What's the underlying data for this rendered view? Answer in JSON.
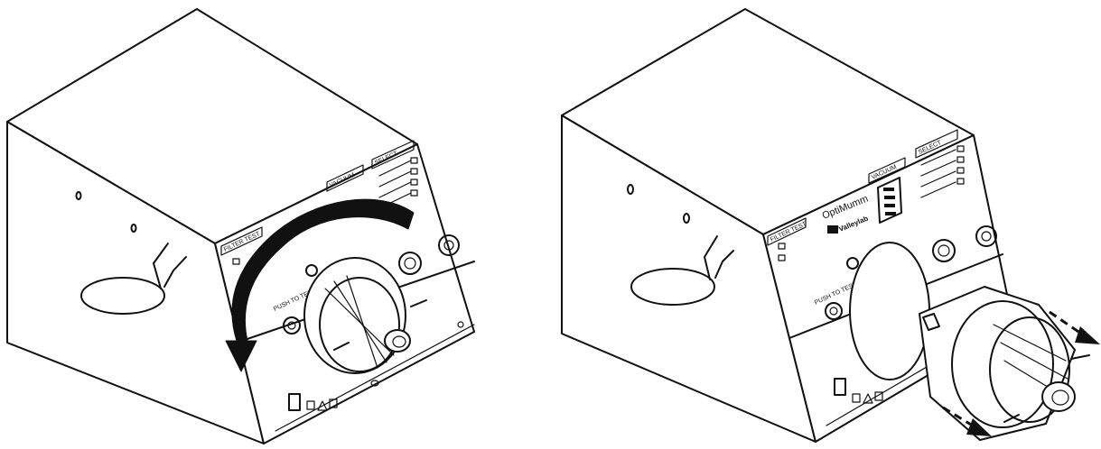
{
  "units": [
    {
      "filter_test": "FILTER TEST",
      "vacuum": "VACUUM",
      "select": "SELECT",
      "push_to_test": "PUSH TO TEST"
    },
    {
      "filter_test": "FILTER TEST",
      "vacuum": "VACUUM",
      "select": "SELECT",
      "push_to_test": "PUSH TO TEST",
      "brand": "OptiMumm",
      "logo": "Valleylab"
    }
  ],
  "colors": {
    "line": "#111111",
    "background": "#ffffff"
  }
}
